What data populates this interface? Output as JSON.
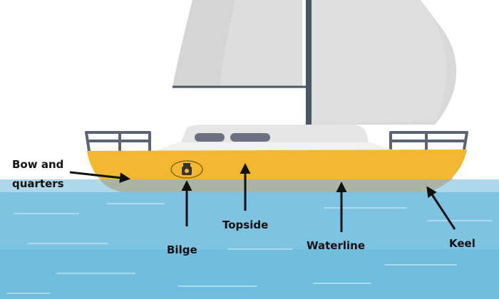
{
  "labels": {
    "bow_line1": "Bow and",
    "bow_line2": "quarters",
    "bilge": "Bilge",
    "topside": "Topside",
    "waterline": "Waterline",
    "keel": "Keel"
  },
  "colors": {
    "sky": "#ffffff",
    "water_top": "#aed7ea",
    "water": "#7ec3e2",
    "water_deep": "#68b5da",
    "hull": "#f3b731",
    "hull_bottom": "#a9b4a2",
    "cabin": "#e6e6e6",
    "deck": "#f1f1f1",
    "sail": "#d8d8d8",
    "mast": "#4a5568",
    "rail": "#5b6475",
    "window": "#6b7180",
    "arrow": "#111111"
  },
  "icons": {
    "bilge_pump": "bilge-pump-icon"
  }
}
